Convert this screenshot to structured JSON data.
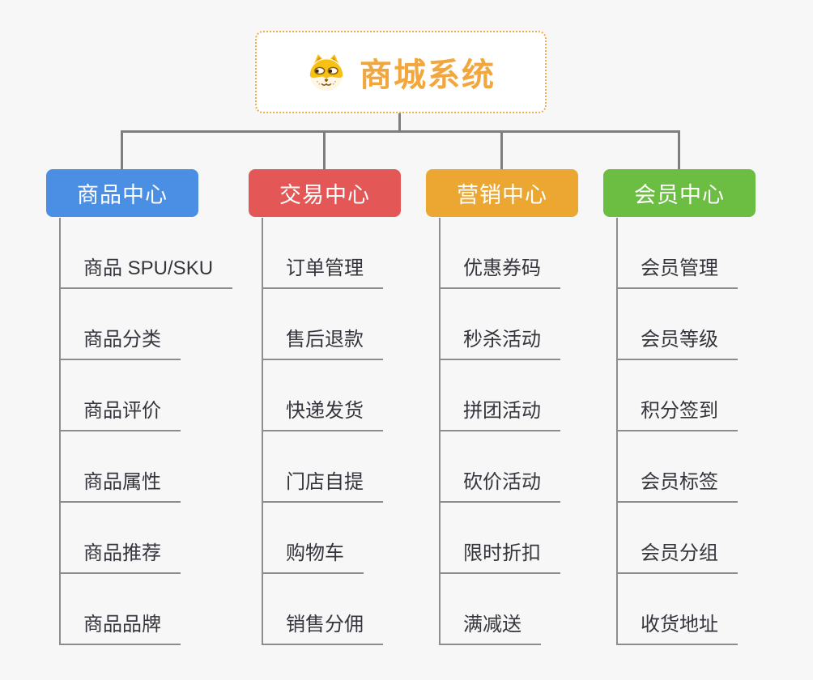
{
  "page": {
    "background_color": "#F7F7F7",
    "connector_color": "#7E7E7E",
    "item_line_color": "#8D8D8D",
    "item_text_color": "#35353D"
  },
  "root": {
    "title": "商城系统",
    "icon": "dog-face-icon",
    "title_color": "#F1A73E",
    "border_color": "#EDAC4B"
  },
  "branches": [
    {
      "label": "商品中心",
      "color": "#4B8FE5",
      "items": [
        "商品 SPU/SKU",
        "商品分类",
        "商品评价",
        "商品属性",
        "商品推荐",
        "商品品牌"
      ]
    },
    {
      "label": "交易中心",
      "color": "#E45757",
      "items": [
        "订单管理",
        "售后退款",
        "快递发货",
        "门店自提",
        "购物车",
        "销售分佣"
      ]
    },
    {
      "label": "营销中心",
      "color": "#EBA732",
      "items": [
        "优惠券码",
        "秒杀活动",
        "拼团活动",
        "砍价活动",
        "限时折扣",
        "满减送"
      ]
    },
    {
      "label": "会员中心",
      "color": "#6CBE42",
      "items": [
        "会员管理",
        "会员等级",
        "积分签到",
        "会员标签",
        "会员分组",
        "收货地址"
      ]
    }
  ]
}
